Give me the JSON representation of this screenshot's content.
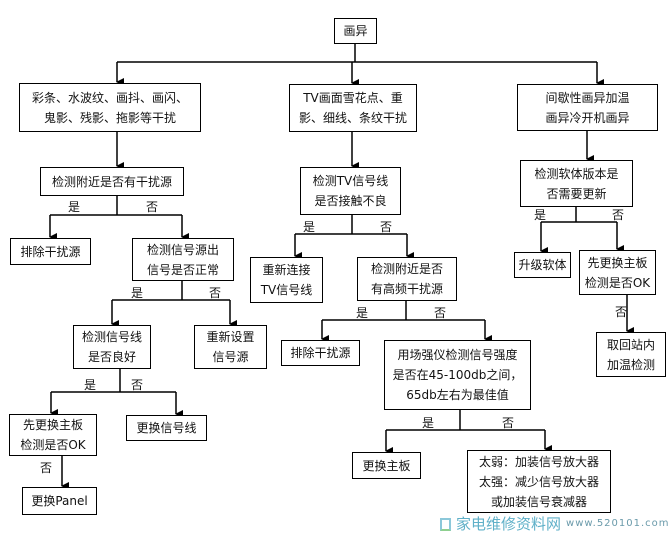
{
  "root": "画异",
  "yes": "是",
  "no": "否",
  "branch_a": {
    "symptom": [
      "彩条、水波纹、画抖、画闪、",
      "鬼影、残影、拖影等干扰"
    ],
    "check_interference": "检测附近是否有干扰源",
    "remove_interference": "排除干扰源",
    "check_source": [
      "检测信号源出",
      "信号是否正常"
    ],
    "check_cable": [
      "检测信号线",
      "是否良好"
    ],
    "reset_source": [
      "重新设置",
      "信号源"
    ],
    "replace_board_check": [
      "先更换主板",
      "检测是否OK"
    ],
    "replace_cable": "更换信号线",
    "replace_panel": "更换Panel"
  },
  "branch_b": {
    "symptom": [
      "TV画面雪花点、重",
      "影、细线、条纹干扰"
    ],
    "check_tv_cable": [
      "检测TV信号线",
      "是否接触不良"
    ],
    "reconnect": [
      "重新连接",
      "TV信号线"
    ],
    "check_hf": [
      "检测附近是否",
      "有高频干扰源"
    ],
    "remove_interference": "排除干扰源",
    "field_strength": [
      "用场强仪检测信号强度",
      "是否在45-100db之间，",
      "65db左右为最佳值"
    ],
    "replace_board": "更换主板",
    "amplifier": [
      "太弱：加装信号放大器",
      "太强：减少信号放大器",
      "或加装信号衰减器"
    ]
  },
  "branch_c": {
    "symptom": [
      "间歇性画异加温",
      "画异冷开机画异"
    ],
    "check_software": [
      "检测软体版本是",
      "否需要更新"
    ],
    "upgrade": "升级软体",
    "replace_board_check": [
      "先更换主板",
      "检测是否OK"
    ],
    "return_station": [
      "取回站内",
      "加温检测"
    ]
  },
  "watermark": {
    "name": "家电维修资料网",
    "url": "www.520101.com"
  }
}
